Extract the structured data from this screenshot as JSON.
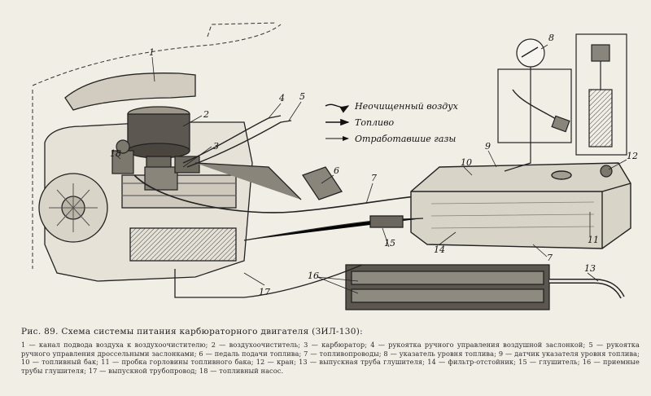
{
  "legend": [
    {
      "label": "Неочищенный воздух"
    },
    {
      "label": "Топливо"
    },
    {
      "label": "Отработавшие газы"
    }
  ],
  "callouts": [
    "1",
    "2",
    "3",
    "4",
    "5",
    "6",
    "7",
    "7",
    "8",
    "9",
    "10",
    "11",
    "12",
    "13",
    "14",
    "15",
    "16",
    "17",
    "18"
  ],
  "caption": "Рис. 89. Схема системы питания карбюраторного двигателя (ЗИЛ-130):",
  "description": "1 — канал подвода воздуха к воздухоочистителю; 2 — воздухоочиститель; 3 — карбюратор; 4 — рукоятка ручного управления воздушной заслонкой; 5 — рукоятка ручного управления дроссельными заслонками; 6 — педаль подачи топлива; 7 — топливопроводы; 8 — указатель уровня топлива; 9 — датчик указателя уровня топлива; 10 — топливный бак; 11 — пробка горловины топливного бака; 12 — кран; 13 — выпускная труба глушителя; 14 — фильтр-отстойник; 15 — глушитель; 16 — приемные трубы глушителя; 17 — выпускной трубопровод; 18 — топливный насос."
}
